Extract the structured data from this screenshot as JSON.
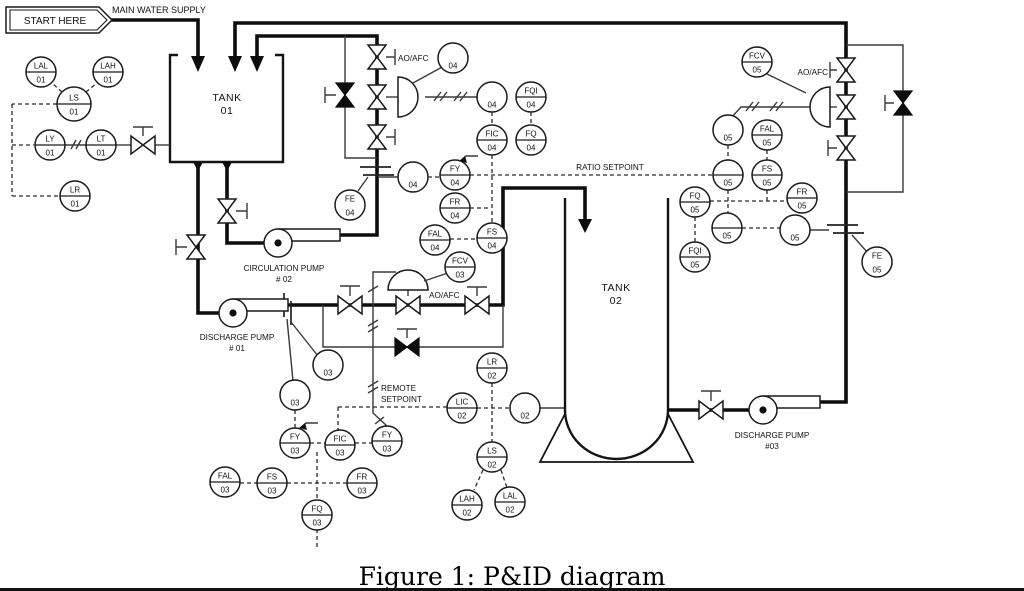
{
  "caption": "Figure 1: P&ID diagram",
  "labels": {
    "main_water_supply": "MAIN WATER SUPPLY",
    "start_here": "START HERE",
    "tank01": [
      "TANK",
      "01"
    ],
    "tank02": [
      "TANK",
      "02"
    ],
    "circulation_pump": [
      "CIRCULATION PUMP",
      "# 02"
    ],
    "discharge_pump_01": [
      "DISCHARGE PUMP",
      "# 01"
    ],
    "discharge_pump_03": [
      "DISCHARGE PUMP",
      "#03"
    ],
    "ao_afc": "AO/AFC",
    "ratio_setpoint": "RATIO SETPOINT",
    "remote_setpoint": [
      "REMOTE",
      "SETPOINT"
    ]
  },
  "colors": {
    "line": "#0d0d0d",
    "background": "#ffffff"
  },
  "instruments": [
    [
      41,
      72,
      "LAL",
      "01",
      1,
      15
    ],
    [
      108,
      72,
      "LAH",
      "01",
      1,
      15
    ],
    [
      74,
      104,
      "LS",
      "01",
      1,
      17
    ],
    [
      50,
      145,
      "LY",
      "01",
      1,
      15
    ],
    [
      101,
      145,
      "LT",
      "01",
      1,
      15
    ],
    [
      75,
      196,
      "LR",
      "01",
      1,
      15
    ],
    [
      453,
      58,
      "",
      "04",
      0,
      15
    ],
    [
      492,
      97,
      "",
      "04",
      0,
      15
    ],
    [
      531,
      97,
      "FQI",
      "04",
      1,
      15
    ],
    [
      492,
      140,
      "FIC",
      "04",
      1,
      15
    ],
    [
      531,
      140,
      "FQ",
      "04",
      1,
      15
    ],
    [
      413,
      177,
      "",
      "04",
      0,
      15
    ],
    [
      455,
      175,
      "FY",
      "04",
      1,
      15
    ],
    [
      455,
      208,
      "FR",
      "04",
      1,
      15
    ],
    [
      435,
      240,
      "FAL",
      "04",
      1,
      15
    ],
    [
      492,
      238,
      "FS",
      "04",
      1,
      15
    ],
    [
      350,
      205,
      "FE",
      "04",
      0,
      15
    ],
    [
      328,
      365,
      "",
      "03",
      0,
      15
    ],
    [
      295,
      395,
      "",
      "03",
      0,
      15
    ],
    [
      295,
      443,
      "FY",
      "03",
      1,
      15
    ],
    [
      340,
      445,
      "FIC",
      "03",
      1,
      15
    ],
    [
      387,
      441,
      "FY",
      "03",
      1,
      15
    ],
    [
      225,
      482,
      "FAL",
      "03",
      1,
      15
    ],
    [
      272,
      483,
      "FS",
      "03",
      1,
      15
    ],
    [
      362,
      483,
      "FR",
      "03",
      1,
      15
    ],
    [
      317,
      515,
      "FQ",
      "03",
      1,
      15
    ],
    [
      460,
      267,
      "FCV",
      "03",
      1,
      15
    ],
    [
      492,
      368,
      "LR",
      "02",
      1,
      15
    ],
    [
      462,
      408,
      "LIC",
      "02",
      1,
      15
    ],
    [
      525,
      408,
      "",
      "02",
      0,
      15
    ],
    [
      492,
      457,
      "LS",
      "02",
      1,
      15
    ],
    [
      467,
      505,
      "LAH",
      "02",
      1,
      15
    ],
    [
      510,
      502,
      "LAL",
      "02",
      1,
      15
    ],
    [
      757,
      62,
      "FCV",
      "05",
      1,
      15
    ],
    [
      728,
      130,
      "",
      "05",
      0,
      15
    ],
    [
      767,
      135,
      "FAL",
      "05",
      1,
      15
    ],
    [
      728,
      175,
      "",
      "05",
      1,
      15
    ],
    [
      767,
      175,
      "FS",
      "05",
      1,
      15
    ],
    [
      695,
      202,
      "FQ",
      "05",
      1,
      15
    ],
    [
      802,
      198,
      "FR",
      "05",
      1,
      15
    ],
    [
      727,
      228,
      "",
      "05",
      1,
      15
    ],
    [
      795,
      230,
      "",
      "05",
      0,
      15
    ],
    [
      695,
      257,
      "FQI",
      "05",
      1,
      15
    ],
    [
      877,
      262,
      "FE",
      "05",
      0,
      15
    ]
  ]
}
